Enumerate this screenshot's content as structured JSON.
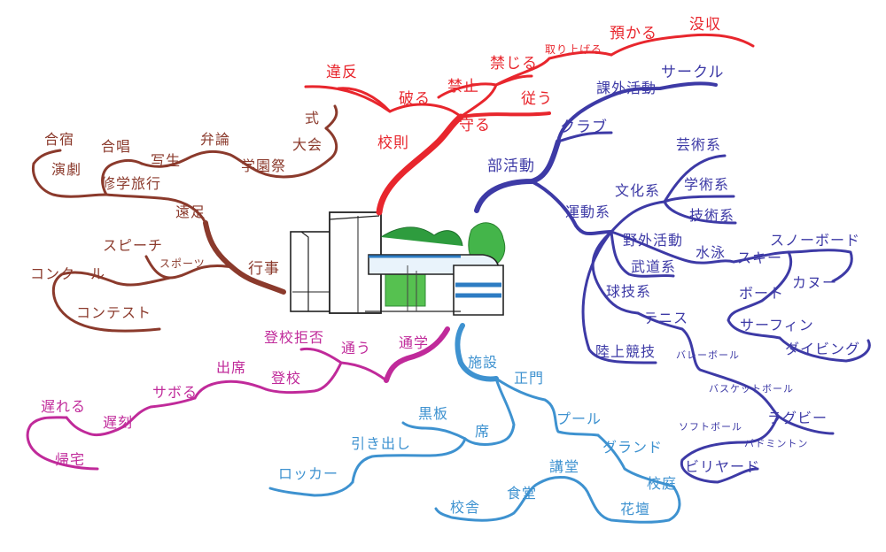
{
  "colors": {
    "rules": "#e8262d",
    "activities": "#3d3aa6",
    "events": "#8b3a2c",
    "attendance": "#c02a9a",
    "facilities": "#3e92d0"
  },
  "center": {
    "icon": "school-building-illustration"
  },
  "rules": {
    "title": "校則",
    "mamoru": "守る",
    "shitagau": "従う",
    "yaburu": "破る",
    "ihan": "違反",
    "kinshi": "禁止",
    "kinjiru": "禁じる",
    "toriageru": "取り上げる",
    "azukaru": "預かる",
    "bosshu": "没収"
  },
  "activities": {
    "title": "部活動",
    "club": "クラブ",
    "kagai": "課外活動",
    "circle": "サークル",
    "bunka": "文化系",
    "geijutsu": "芸術系",
    "gakujutsu": "学術系",
    "gijutsu": "技術系",
    "undou": "運動系",
    "yagai": "野外活動",
    "suiei": "水泳",
    "ski": "スキー",
    "snowboard": "スノーボード",
    "boat": "ボート",
    "canoe": "カヌー",
    "surfin": "サーフィン",
    "diving": "ダイビング",
    "budou": "武道系",
    "kyugi": "球技系",
    "tennis": "テニス",
    "volleyball": "バレーボール",
    "basketball": "バスケットボール",
    "rugby": "ラグビー",
    "softball": "ソフトボール",
    "badminton": "バドミントン",
    "billiards": "ビリヤード",
    "rikujo": "陸上競技"
  },
  "events": {
    "title": "行事",
    "ensoku": "遠足",
    "shugaku": "修学旅行",
    "engeki": "演劇",
    "gasshuku": "合宿",
    "gassho": "合唱",
    "shasei": "写生",
    "benron": "弁論",
    "gakuensai": "学園祭",
    "taikai": "大会",
    "shiki": "式",
    "sports": "スポーツ",
    "speech": "スピーチ",
    "concours": "コンクール",
    "contest": "コンテスト"
  },
  "attendance": {
    "title": "通学",
    "kayou": "通う",
    "tokokyohi": "登校拒否",
    "toko": "登校",
    "shusseki": "出席",
    "saboru": "サボる",
    "chikoku": "遅刻",
    "okureru": "遅れる",
    "kitaku": "帰宅"
  },
  "facilities": {
    "title": "施設",
    "seimon": "正門",
    "pool": "プール",
    "ground": "グランド",
    "kotei": "校庭",
    "kadan": "花壇",
    "kodo": "講堂",
    "shokudo": "食堂",
    "kosha": "校舎",
    "seki": "席",
    "kokuban": "黒板",
    "hikidashi": "引き出し",
    "locker": "ロッカー"
  }
}
